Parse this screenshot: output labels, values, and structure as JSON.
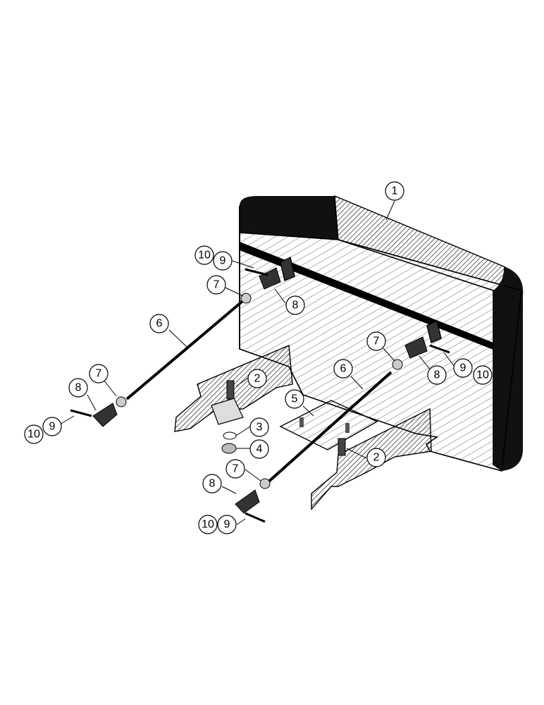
{
  "diagram": {
    "callouts": [
      {
        "id": "c1",
        "label": "1"
      },
      {
        "id": "c10a",
        "label": "10"
      },
      {
        "id": "c9a",
        "label": "9"
      },
      {
        "id": "c7a",
        "label": "7"
      },
      {
        "id": "c8a",
        "label": "8"
      },
      {
        "id": "c6a",
        "label": "6"
      },
      {
        "id": "c7b",
        "label": "7"
      },
      {
        "id": "c8b",
        "label": "8"
      },
      {
        "id": "c9b",
        "label": "9"
      },
      {
        "id": "c10b",
        "label": "10"
      },
      {
        "id": "c2a",
        "label": "2"
      },
      {
        "id": "c5",
        "label": "5"
      },
      {
        "id": "c6b",
        "label": "6"
      },
      {
        "id": "c7c",
        "label": "7"
      },
      {
        "id": "c8c",
        "label": "8"
      },
      {
        "id": "c9c",
        "label": "9"
      },
      {
        "id": "c10c",
        "label": "10"
      },
      {
        "id": "c3",
        "label": "3"
      },
      {
        "id": "c4",
        "label": "4"
      },
      {
        "id": "c2b",
        "label": "2"
      },
      {
        "id": "c7d",
        "label": "7"
      },
      {
        "id": "c8d",
        "label": "8"
      },
      {
        "id": "c10d",
        "label": "10"
      },
      {
        "id": "c9d",
        "label": "9"
      }
    ]
  }
}
